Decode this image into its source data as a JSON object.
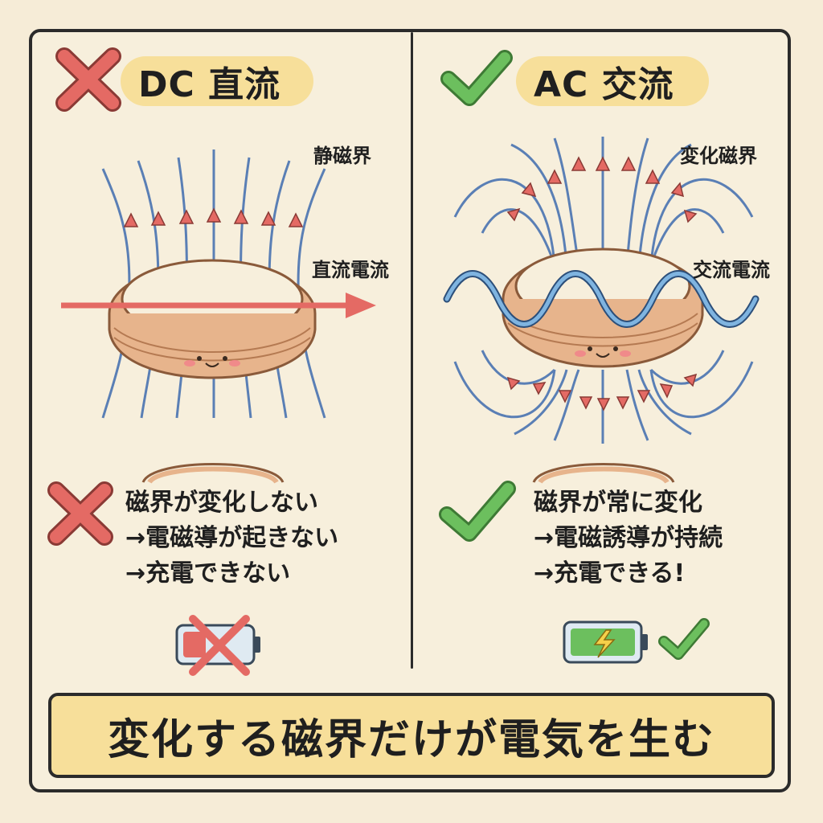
{
  "dc_panel": {
    "title": "DC 直流",
    "field_label": "静磁界",
    "current_label": "直流電流",
    "notes": [
      "磁界が変化しない",
      "→電磁導が起きない",
      "→充電できない"
    ],
    "status_icon": "cross-icon",
    "battery_state": "empty-crossed"
  },
  "ac_panel": {
    "title": "AC 交流",
    "field_label": "変化磁界",
    "current_label": "交流電流",
    "notes": [
      "磁界が常に変化",
      "→電磁誘導が持続",
      "→充電できる!"
    ],
    "status_icon": "check-icon",
    "battery_state": "charging"
  },
  "bottom_banner": "変化する磁界だけが電気を生む",
  "colors": {
    "background": "#f6ecd7",
    "banner": "#f7df9a",
    "cross": "#e46a64",
    "check": "#6cbf5e",
    "field_lines": "#5a7fb5",
    "arrows": "#e46a64",
    "coil": "#e7b48c"
  }
}
